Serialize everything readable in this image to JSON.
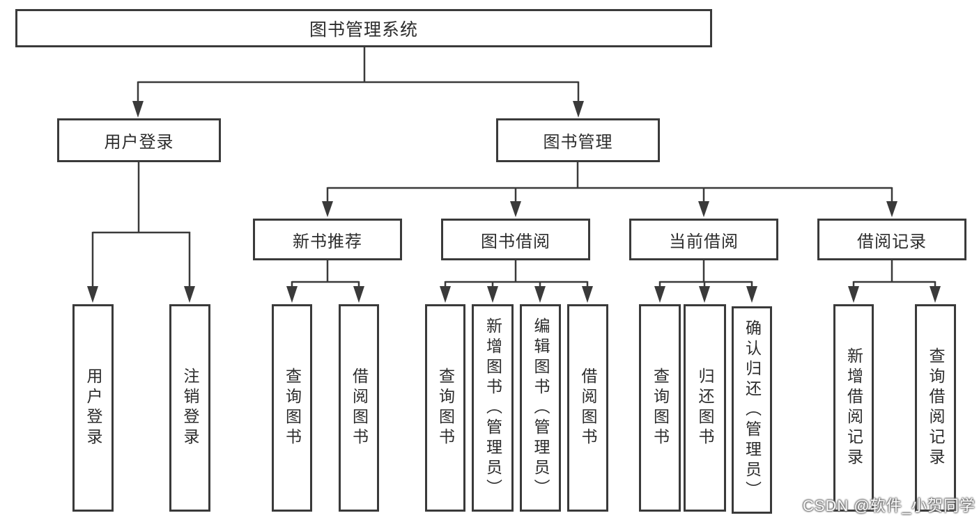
{
  "root": {
    "label": "图书管理系统"
  },
  "branches": [
    {
      "label": "用户登录",
      "children": [
        {
          "label": "用户登录"
        },
        {
          "label": "注销登录"
        }
      ]
    },
    {
      "label": "图书管理",
      "children": [
        {
          "label": "新书推荐",
          "children": [
            {
              "label": "查询图书"
            },
            {
              "label": "借阅图书"
            }
          ]
        },
        {
          "label": "图书借阅",
          "children": [
            {
              "label": "查询图书"
            },
            {
              "label": "新增图书（管理员）"
            },
            {
              "label": "编辑图书（管理员）"
            },
            {
              "label": "借阅图书"
            }
          ]
        },
        {
          "label": "当前借阅",
          "children": [
            {
              "label": "查询图书"
            },
            {
              "label": "归还图书"
            },
            {
              "label": "确认归还（管理员）"
            }
          ]
        },
        {
          "label": "借阅记录",
          "children": [
            {
              "label": "新增借阅记录"
            },
            {
              "label": "查询借阅记录"
            }
          ]
        }
      ]
    }
  ],
  "colors": {
    "line": "#3a3a3a",
    "text": "#2c2c2c",
    "background": "#ffffff",
    "watermark_text": "#fdfdfd"
  },
  "watermark": "CSDN @软件_小贺同学"
}
